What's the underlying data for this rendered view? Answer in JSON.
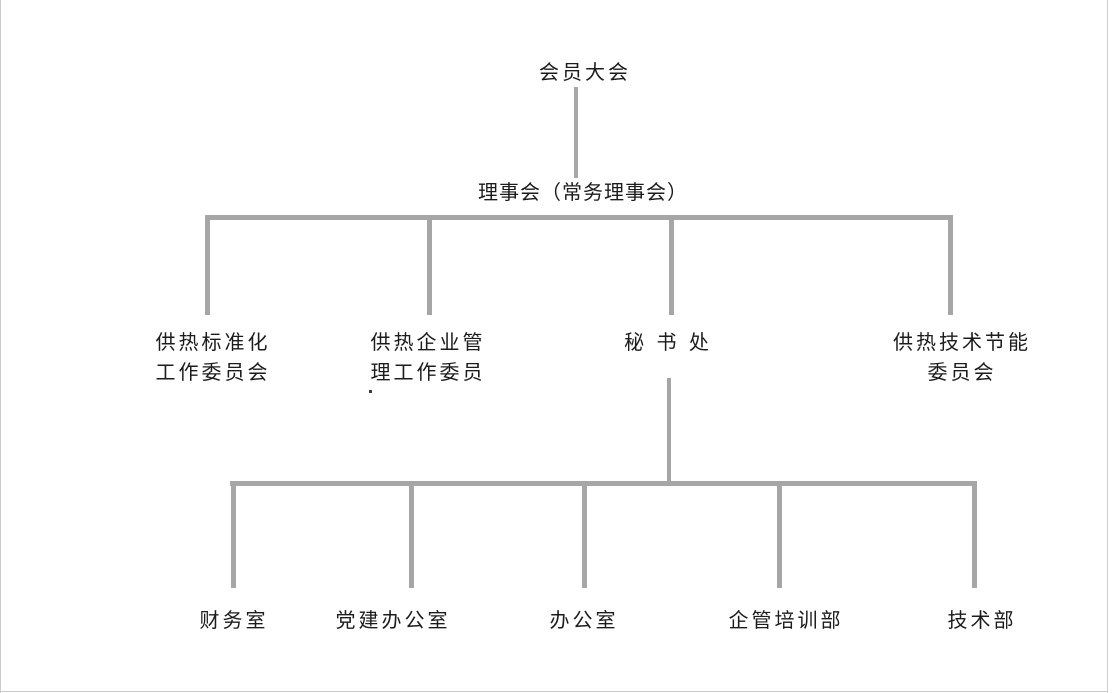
{
  "page": {
    "background": "#ffffff",
    "line_color": "#a6a6a6",
    "text_color": "#1c1c1c",
    "edge_color": "#cccccc"
  },
  "org_chart": {
    "root": {
      "label": "会员大会"
    },
    "council": {
      "label": "理事会（常务理事会）"
    },
    "level3": [
      {
        "line1": "供热标准化",
        "line2": "工作委员会"
      },
      {
        "line1": "供热企业管",
        "line2": "理工作委员"
      },
      {
        "label": "秘 书 处"
      },
      {
        "line1": "供热技术节能",
        "line2": "委员会"
      }
    ],
    "level4": [
      {
        "label": "财务室"
      },
      {
        "label": "党建办公室"
      },
      {
        "label": "办公室"
      },
      {
        "label": "企管培训部"
      },
      {
        "label": "技术部"
      }
    ]
  }
}
